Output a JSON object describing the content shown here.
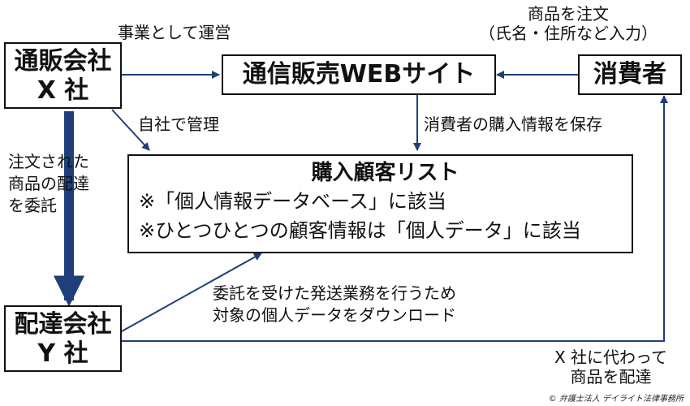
{
  "nodes": {
    "x_company": {
      "line1": "通販会社",
      "line2": "X 社"
    },
    "web_site": {
      "label": "通信販売WEBサイト"
    },
    "consumer": {
      "label": "消費者"
    },
    "customer_list": {
      "title": "購入顧客リスト",
      "note1": "※「個人情報データベース」に該当",
      "note2": "※ひとつひとつの顧客情報は「個人データ」に該当"
    },
    "y_company": {
      "line1": "配達会社",
      "line2": "Y 社"
    }
  },
  "edge_labels": {
    "operate": "事業として運営",
    "order_line1": "商品を注文",
    "order_line2": "（氏名・住所など入力）",
    "self_manage": "自社で管理",
    "save_info": "消費者の購入情報を保存",
    "delegate_line1": "注文された",
    "delegate_line2": "商品の配達",
    "delegate_line3": "を委託",
    "download_line1": "委託を受けた発送業務を行うため",
    "download_line2": "対象の個人データをダウンロード",
    "deliver_line1": "X 社に代わって",
    "deliver_line2": "商品を配達"
  },
  "footer": {
    "copyright": "© 弁護士法人 デイライト法律事務所"
  },
  "colors": {
    "arrow": "#1f3e7a",
    "border": "#111111",
    "text": "#111111"
  }
}
